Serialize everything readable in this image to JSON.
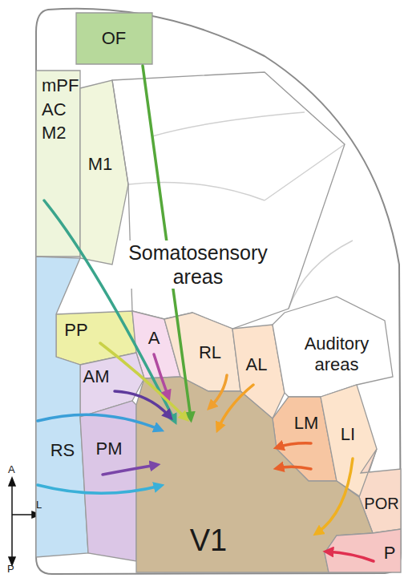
{
  "diagram": {
    "nodes": [
      {
        "text": [
          "OF"
        ]
      },
      {
        "text": [
          "mPF AC M2"
        ]
      },
      {
        "text": [
          "M1"
        ]
      },
      {
        "text": [
          "Somatosensory areas"
        ]
      },
      {
        "text": [
          "PP"
        ]
      },
      {
        "text": [
          "A"
        ]
      },
      {
        "text": [
          "RL"
        ]
      },
      {
        "text": [
          "AL"
        ]
      },
      {
        "text": [
          "Auditory areas"
        ]
      },
      {
        "text": [
          "AM"
        ]
      },
      {
        "text": [
          "RS"
        ]
      },
      {
        "text": [
          "PM"
        ]
      },
      {
        "text": [
          "LM"
        ]
      },
      {
        "text": [
          "LI"
        ]
      },
      {
        "text": [
          "POR"
        ]
      },
      {
        "text": [
          "V1"
        ]
      },
      {
        "text": [
          "P"
        ]
      }
    ],
    "edges": [
      {
        "from": 0,
        "to": 15,
        "arrow": "to"
      },
      {
        "from": 1,
        "to": 15,
        "arrow": "to"
      },
      {
        "from": 4,
        "to": 15,
        "arrow": "to"
      },
      {
        "from": 5,
        "to": 15,
        "arrow": "to"
      },
      {
        "from": 9,
        "to": 15,
        "arrow": "to"
      },
      {
        "from": 10,
        "to": 15,
        "arrow": "to"
      },
      {
        "from": 10,
        "to": 15,
        "arrow": "to"
      },
      {
        "from": 11,
        "to": 15,
        "arrow": "to"
      },
      {
        "from": 6,
        "to": 15,
        "arrow": "to"
      },
      {
        "from": 7,
        "to": 15,
        "arrow": "to"
      },
      {
        "from": 12,
        "to": 15,
        "arrow": "to"
      },
      {
        "from": 12,
        "to": 15,
        "arrow": "to"
      },
      {
        "from": 13,
        "to": 15,
        "arrow": "to"
      },
      {
        "from": 16,
        "to": 15,
        "arrow": "to"
      }
    ],
    "labels": [
      "A",
      "L",
      "P"
    ]
  }
}
